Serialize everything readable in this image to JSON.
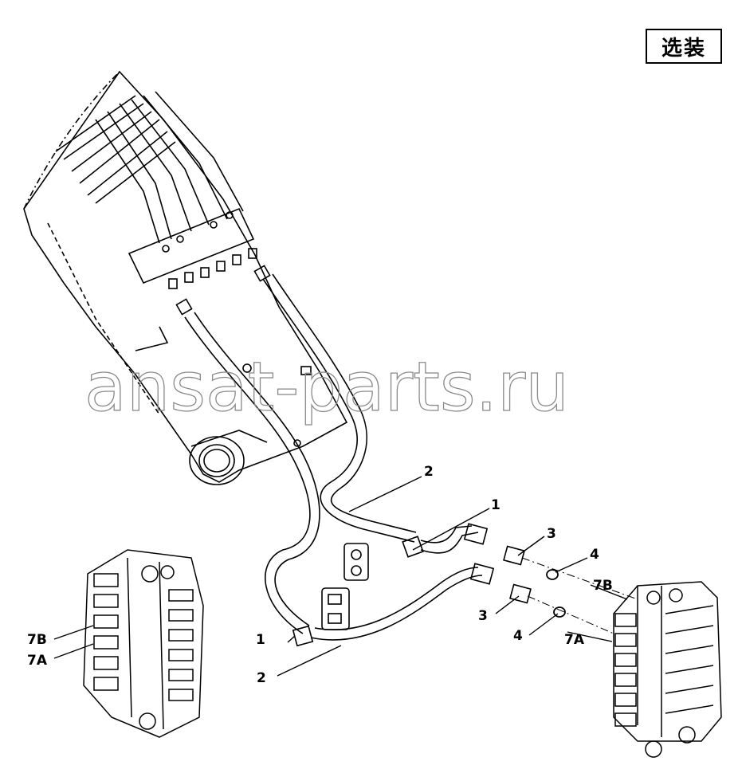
{
  "badge": {
    "text": "选装"
  },
  "watermark": {
    "text": "ansat-parts.ru"
  },
  "callouts": {
    "c1_upper": "1",
    "c1_lower": "1",
    "c2_upper": "2",
    "c2_lower": "2",
    "c3_upper": "3",
    "c3_lower": "3",
    "c4_upper": "4",
    "c4_lower": "4",
    "c7b_right": "7B",
    "c7a_right": "7A",
    "c7b_left": "7B",
    "c7a_left": "7A"
  },
  "colors": {
    "line": "#000000",
    "watermark": "#8a8a8a",
    "background": "#ffffff"
  }
}
